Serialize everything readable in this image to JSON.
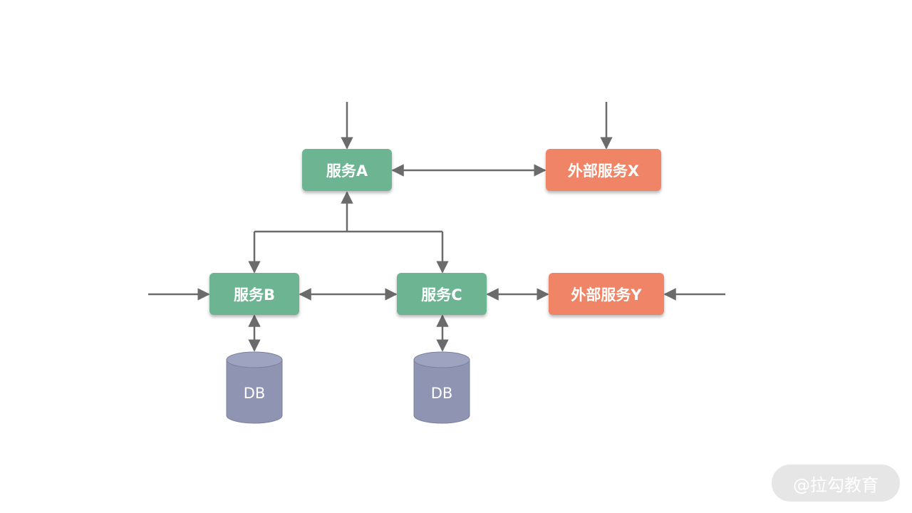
{
  "nodes": {
    "service_a": "服务A",
    "service_b": "服务B",
    "service_c": "服务C",
    "external_x": "外部服务X",
    "external_y": "外部服务Y",
    "db_b": "DB",
    "db_c": "DB"
  },
  "colors": {
    "internal_service": "#6db592",
    "external_service": "#ef8566",
    "database": "#8e94b2",
    "connector": "#6b6b6b"
  },
  "watermark": "@拉勾教育"
}
